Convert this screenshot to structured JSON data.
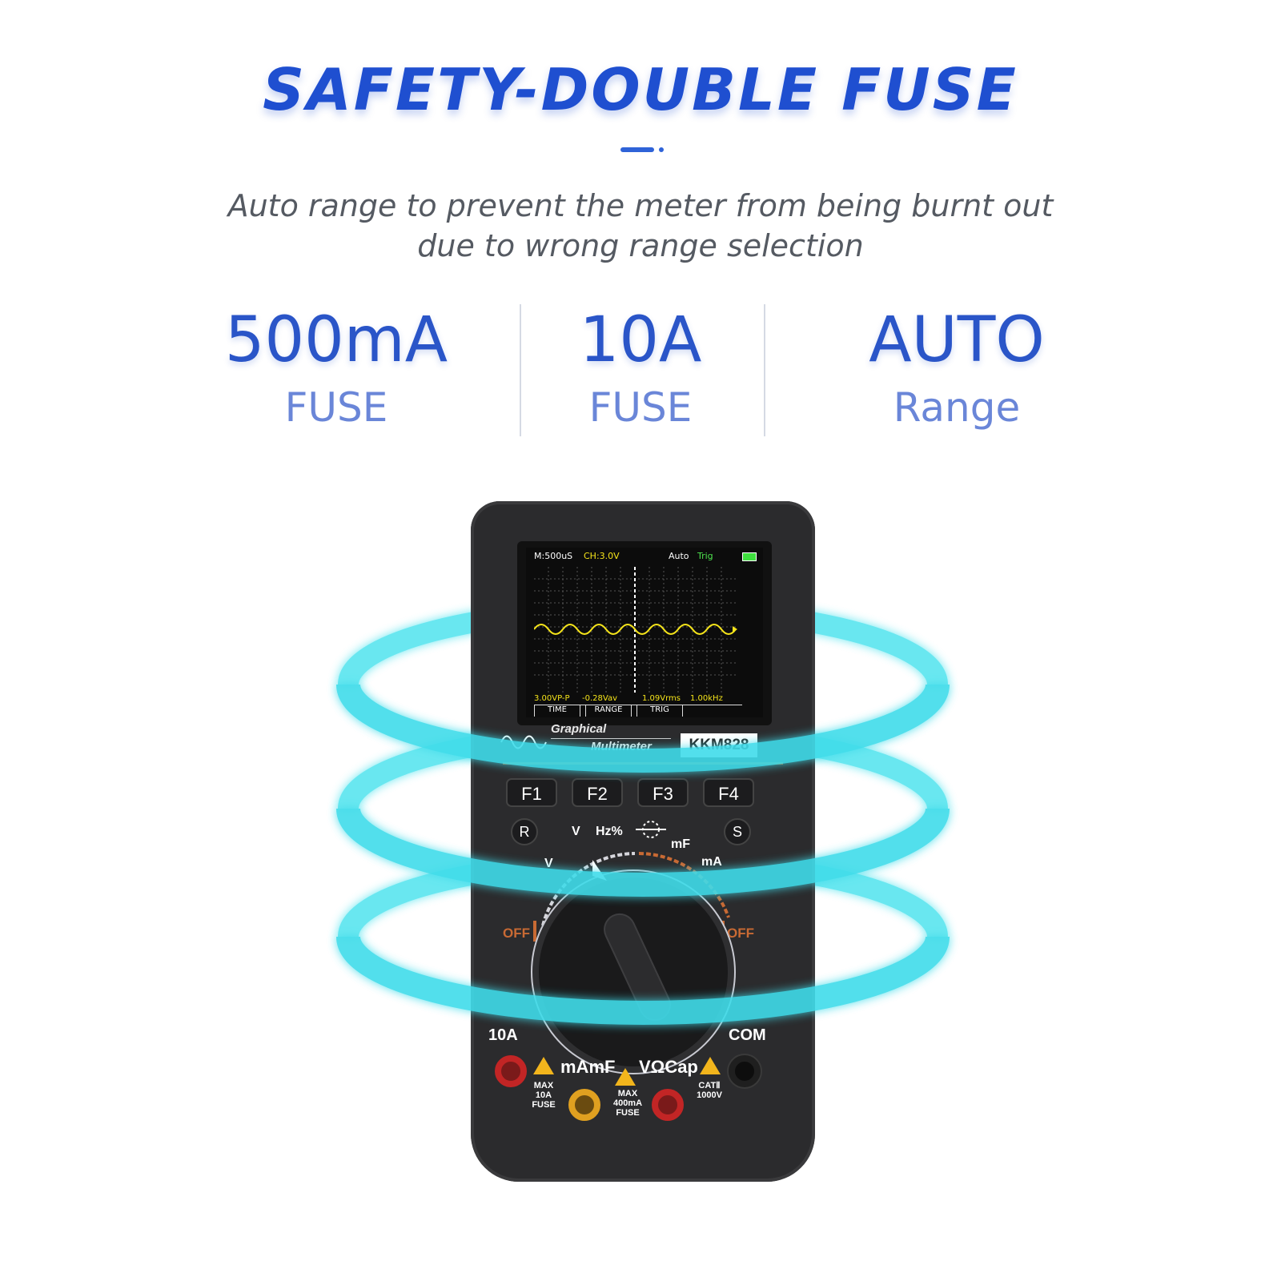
{
  "header": {
    "title": "SAFETY-DOUBLE FUSE",
    "subtitle_line1": "Auto range to prevent the meter from being burnt out",
    "subtitle_line2": "due to wrong range selection",
    "accent_color": "#1f4fd0"
  },
  "specs": [
    {
      "value": "500mA",
      "label": "FUSE"
    },
    {
      "value": "10A",
      "label": "FUSE"
    },
    {
      "value": "AUTO",
      "label": "Range"
    }
  ],
  "meter": {
    "screen": {
      "timebase": "M:500uS",
      "channel": "CH:3.0V",
      "mode": "Auto",
      "trigger": "Trig",
      "readout_vpp": "3.00VP-P",
      "readout_vav": "-0.28Vav",
      "readout_vrms": "1.09Vrms",
      "readout_freq": "1.00kHz",
      "btn_time": "TIME",
      "btn_range": "RANGE",
      "btn_trig": "TRIG"
    },
    "brand_line1": "Graphical",
    "brand_line2": "Multimeter",
    "model": "KKM828",
    "fkeys": [
      "F1",
      "F2",
      "F3",
      "F4"
    ],
    "side_keys": [
      "R",
      "S"
    ],
    "dial_labels": {
      "hz": "Hz%",
      "mf": "mF",
      "ma": "mA",
      "v_ac": "V",
      "v_dc": "V",
      "off_left": "OFF",
      "off_right": "OFF"
    },
    "jacks": {
      "label_10a": "10A",
      "label_com": "COM",
      "label_mamf": "mAmF",
      "label_vocap": "VΩCap",
      "max_10a": "MAX\n10A\nFUSE",
      "max_400ma": "MAX\n400mA\nFUSE",
      "cat": "CATⅡ\n1000V"
    },
    "ring_color": "#26d3e0"
  }
}
